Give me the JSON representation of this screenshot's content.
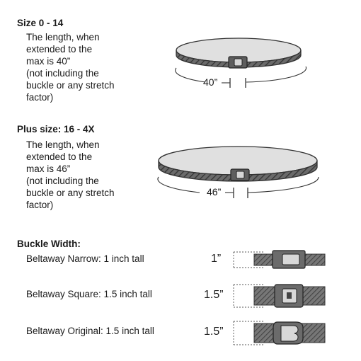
{
  "sections": [
    {
      "heading": "Size 0 - 14",
      "lines": [
        "The length, when",
        "extended to the",
        "max is 40”",
        "(not including the",
        "buckle or any stretch",
        "factor)"
      ],
      "measure": "40”"
    },
    {
      "heading": "Plus size: 16 - 4X",
      "lines": [
        "The length, when",
        "extended to the",
        "max is 46”",
        "(not including the",
        "buckle or any stretch",
        "factor)"
      ],
      "measure": "46”"
    }
  ],
  "buckle_width": {
    "title": "Buckle Width:",
    "items": [
      {
        "label": "Beltaway Narrow:  1 inch tall",
        "height": "1”",
        "style": "narrow"
      },
      {
        "label": "Beltaway Square: 1.5 inch tall",
        "height": "1.5”",
        "style": "square"
      },
      {
        "label": "Beltaway Original: 1.5 inch tall",
        "height": "1.5”",
        "style": "original"
      }
    ]
  },
  "colors": {
    "text": "#1a1a1a",
    "strap": "#555555",
    "strap_inner": "#dcdcdc",
    "buckle": "#6b6b6b"
  }
}
